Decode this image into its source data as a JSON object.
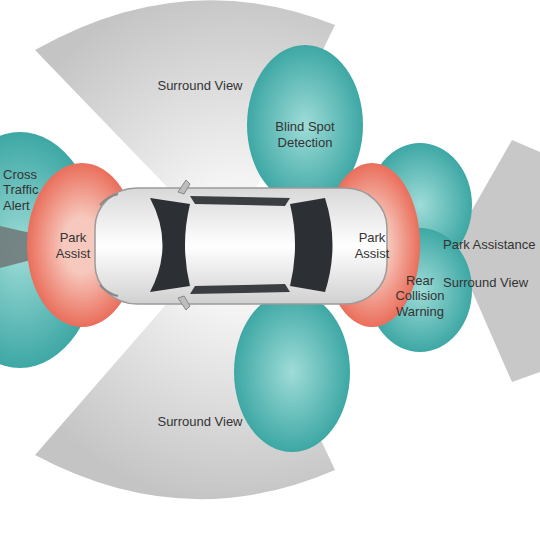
{
  "diagram": {
    "nodes": [
      {
        "text": [
          "Surround View"
        ]
      },
      {
        "text": [
          "Blind Spot Detection"
        ]
      },
      {
        "text": [
          "Cross Traffic Alert"
        ]
      },
      {
        "text": [
          "Park Assist"
        ]
      },
      {
        "text": [
          "Park Assist"
        ]
      },
      {
        "text": [
          "Park Assistance",
          "Surround View"
        ]
      },
      {
        "text": [
          "Rear Collision Warning"
        ]
      },
      {
        "text": [
          "Surround View"
        ]
      }
    ]
  }
}
